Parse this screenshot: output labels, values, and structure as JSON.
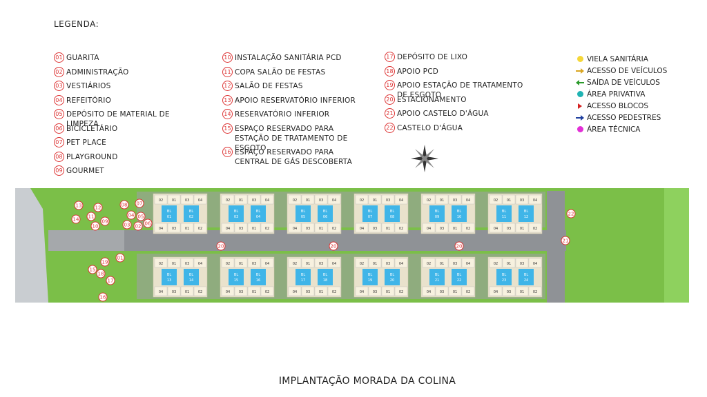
{
  "legend_title": "LEGENDA:",
  "legend_columns": [
    [
      {
        "num": "01",
        "label": "GUARITA"
      },
      {
        "num": "02",
        "label": "ADMINISTRAÇÃO"
      },
      {
        "num": "03",
        "label": "VESTIÁRIOS"
      },
      {
        "num": "04",
        "label": "REFEITÓRIO"
      },
      {
        "num": "05",
        "label": "DEPÓSITO DE MATERIAL DE LIMPEZA"
      },
      {
        "num": "06",
        "label": "BICICLETÁRIO"
      },
      {
        "num": "07",
        "label": "PET PLACE"
      },
      {
        "num": "08",
        "label": "PLAYGROUND"
      },
      {
        "num": "09",
        "label": "GOURMET"
      }
    ],
    [
      {
        "num": "10",
        "label": "INSTALAÇÃO SANITÁRIA PCD"
      },
      {
        "num": "11",
        "label": "COPA SALÃO DE FESTAS"
      },
      {
        "num": "12",
        "label": "SALÃO DE FESTAS"
      },
      {
        "num": "13",
        "label": "APOIO RESERVATÓRIO INFERIOR"
      },
      {
        "num": "14",
        "label": "RESERVATÓRIO INFERIOR"
      },
      {
        "num": "15",
        "label": "ESPAÇO RESERVADO PARA ESTAÇÃO DE TRATAMENTO DE ESGOTO"
      },
      {
        "num": "16",
        "label": "ESPAÇO RESERVADO PARA CENTRAL DE GÁS DESCOBERTA"
      }
    ],
    [
      {
        "num": "17",
        "label": "DEPÓSITO DE LIXO"
      },
      {
        "num": "18",
        "label": "APOIO PCD"
      },
      {
        "num": "19",
        "label": "APOIO ESTAÇÃO DE TRATAMENTO DE ESGOTO"
      },
      {
        "num": "20",
        "label": "ESTACIONAMENTO"
      },
      {
        "num": "21",
        "label": "APOIO CASTELO D'ÁGUA"
      },
      {
        "num": "22",
        "label": "CASTELO D'ÁGUA"
      }
    ]
  ],
  "symbol_key": [
    {
      "label": "VIELA SANITÁRIA",
      "icon": "yellow-dot-icon",
      "color": "#f5d738"
    },
    {
      "label": "ACESSO DE VEÍCULOS",
      "icon": "arrow-right-icon",
      "color": "#d9a520"
    },
    {
      "label": "SAÍDA DE VEÍCULOS",
      "icon": "arrow-left-icon",
      "color": "#2a9a2a"
    },
    {
      "label": "ÁREA PRIVATIVA",
      "icon": "teal-dot-icon",
      "color": "#1fb3b3"
    },
    {
      "label": "ACESSO BLOCOS",
      "icon": "red-triangle-icon",
      "color": "#d42020"
    },
    {
      "label": "ACESSO PEDESTRES",
      "icon": "arrow-right-icon",
      "color": "#1f3f9e"
    },
    {
      "label": "ÁREA TÉCNICA",
      "icon": "magenta-dot-icon",
      "color": "#e22fd6"
    }
  ],
  "map": {
    "unit_labels_top": [
      "02",
      "01",
      "03",
      "04"
    ],
    "unit_labels_bottom": [
      "04",
      "03",
      "01",
      "02"
    ],
    "block_labels_top_row": [
      "01",
      "02",
      "03",
      "04",
      "05",
      "06",
      "07",
      "08",
      "09",
      "10",
      "11",
      "12"
    ],
    "block_labels_bottom_row": [
      "13",
      "14",
      "15",
      "16",
      "17",
      "18",
      "19",
      "20",
      "21",
      "22",
      "23",
      "24"
    ],
    "block_prefix": "BL",
    "parking_number": "20",
    "left_markers": [
      "13",
      "12",
      "14",
      "11",
      "09",
      "10",
      "08",
      "07",
      "04",
      "05",
      "03",
      "02",
      "06",
      "01",
      "19",
      "15",
      "18",
      "17",
      "16"
    ],
    "right_markers": [
      "22",
      "21"
    ]
  },
  "caption": "IMPLANTAÇÃO MORADA DA COLINA",
  "colors": {
    "grass": "#7bbf48",
    "road": "#8f9296",
    "building": "#f3ecd8",
    "blue_unit": "#3fb5e8",
    "marker": "#d33"
  }
}
